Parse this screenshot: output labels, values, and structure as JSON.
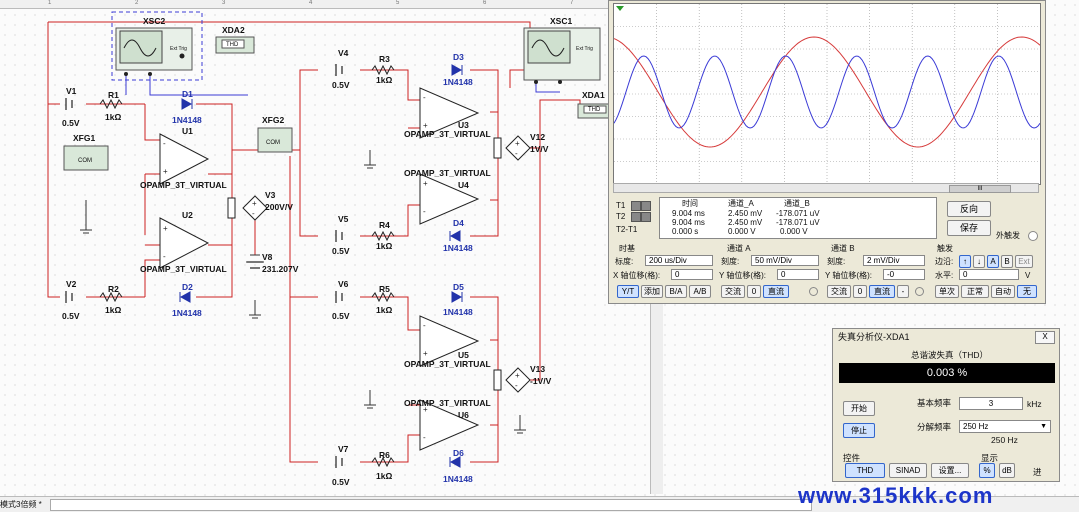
{
  "schematic": {
    "ruler_labels": [
      "1",
      "2",
      "3",
      "4",
      "5",
      "6",
      "7"
    ],
    "instruments": {
      "xsc2": "XSC2",
      "xda2": "XDA2",
      "xfg1": "XFG1",
      "xfg2": "XFG2",
      "xsc1": "XSC1",
      "xda1": "XDA1",
      "thd_tag": "THD",
      "ext_trig": "Ext Trig",
      "com": "COM"
    },
    "components": {
      "v1": "V1",
      "v1_val": "0.5V",
      "r1": "R1",
      "r1_val": "1kΩ",
      "d1": "D1",
      "d1_val": "1N4148",
      "u1": "U1",
      "u1_val": "OPAMP_3T_VIRTUAL",
      "u2": "U2",
      "u2_val": "OPAMP_3T_VIRTUAL",
      "v2": "V2",
      "v2_val": "0.5V",
      "r2": "R2",
      "r2_val": "1kΩ",
      "d2": "D2",
      "d2_val": "1N4148",
      "v3": "V3",
      "v3_val": "200V/V",
      "v8": "V8",
      "v8_val": "231.207V",
      "v4": "V4",
      "v4_val": "0.5V",
      "r3": "R3",
      "r3_val": "1kΩ",
      "d3": "D3",
      "d3_val": "1N4148",
      "u3": "U3",
      "u3_val": "OPAMP_3T_VIRTUAL",
      "u4": "U4",
      "u4_val": "OPAMP_3T_VIRTUAL",
      "v5": "V5",
      "v5_val": "0.5V",
      "r4": "R4",
      "r4_val": "1kΩ",
      "d4": "D4",
      "d4_val": "1N4148",
      "v12": "V12",
      "v12_val": "1V/V",
      "v6": "V6",
      "v6_val": "0.5V",
      "r5": "R5",
      "r5_val": "1kΩ",
      "d5": "D5",
      "d5_val": "1N4148",
      "u5": "U5",
      "u5_val": "OPAMP_3T_VIRTUAL",
      "u6": "U6",
      "u6_val": "OPAMP_3T_VIRTUAL",
      "v7": "V7",
      "v7_val": "0.5V",
      "r6": "R6",
      "r6_val": "1kΩ",
      "d6": "D6",
      "d6_val": "1N4148",
      "v13": "V13",
      "v13_val": "-1V/V"
    }
  },
  "scope": {
    "scroll_thumb": "III",
    "headers": {
      "time": "时间",
      "ch_a": "通道_A",
      "ch_b": "通道_B"
    },
    "rows": [
      {
        "label": "T1",
        "time": "9.004 ms",
        "a": "2.450 mV",
        "b": "-178.071 uV"
      },
      {
        "label": "T2",
        "time": "9.004 ms",
        "a": "2.450 mV",
        "b": "-178.071 uV"
      },
      {
        "label": "T2-T1",
        "time": "0.000 s",
        "a": "0.000 V",
        "b": "0.000 V"
      }
    ],
    "reverse_btn": "反向",
    "save_btn": "保存",
    "ext_trigger": "外触发",
    "timebase": {
      "title": "时基",
      "scale_label": "标度:",
      "scale": "200 us/Div",
      "xpos_label": "X 轴位移(格):",
      "xpos": "0"
    },
    "ch_a": {
      "title": "通道 A",
      "scale_label": "刻度:",
      "scale": "50 mV/Div",
      "ypos_label": "Y 轴位移(格):",
      "ypos": "0"
    },
    "ch_b": {
      "title": "通道 B",
      "scale_label": "刻度:",
      "scale": "2 mV/Div",
      "ypos_label": "Y 轴位移(格):",
      "ypos": "-0"
    },
    "trigger": {
      "title": "触发",
      "edge_label": "边沿:",
      "level_label": "水平:",
      "level": "0",
      "level_unit": "V",
      "edge_a": "A",
      "edge_b": "B",
      "edge_ext": "Ext"
    },
    "buttons": {
      "yt": "Y/T",
      "add": "添加",
      "ba": "B/A",
      "ab": "A/B",
      "ac_a": "交流",
      "zero_a": "0",
      "dc_a": "直流",
      "ac_b": "交流",
      "zero_b": "0",
      "dc_b": "直流",
      "minus_b": "-",
      "single": "单次",
      "normal": "正常",
      "auto": "自动",
      "none": "无"
    },
    "colors": {
      "ch_a": "#3b3bd6",
      "ch_b": "#d63b3b"
    }
  },
  "thd": {
    "title": "失真分析仪-XDA1",
    "close": "X",
    "section": "总谐波失真（THD）",
    "value": "0.003 %",
    "start_btn": "开始",
    "stop_btn": "停止",
    "fund_label": "基本频率",
    "fund_value": "3",
    "fund_unit": "kHz",
    "res_label": "分解频率",
    "res_value": "250 Hz",
    "res_display": "250 Hz",
    "control_label": "控件",
    "display_label": "显示",
    "btn_thd": "THD",
    "btn_sinad": "SINAD",
    "btn_settings": "设置...",
    "btn_pct": "%",
    "btn_db": "dB",
    "btn_in": "进"
  },
  "status": {
    "mode": "模式3倍频 *"
  },
  "watermark": "www.315kkk.com"
}
